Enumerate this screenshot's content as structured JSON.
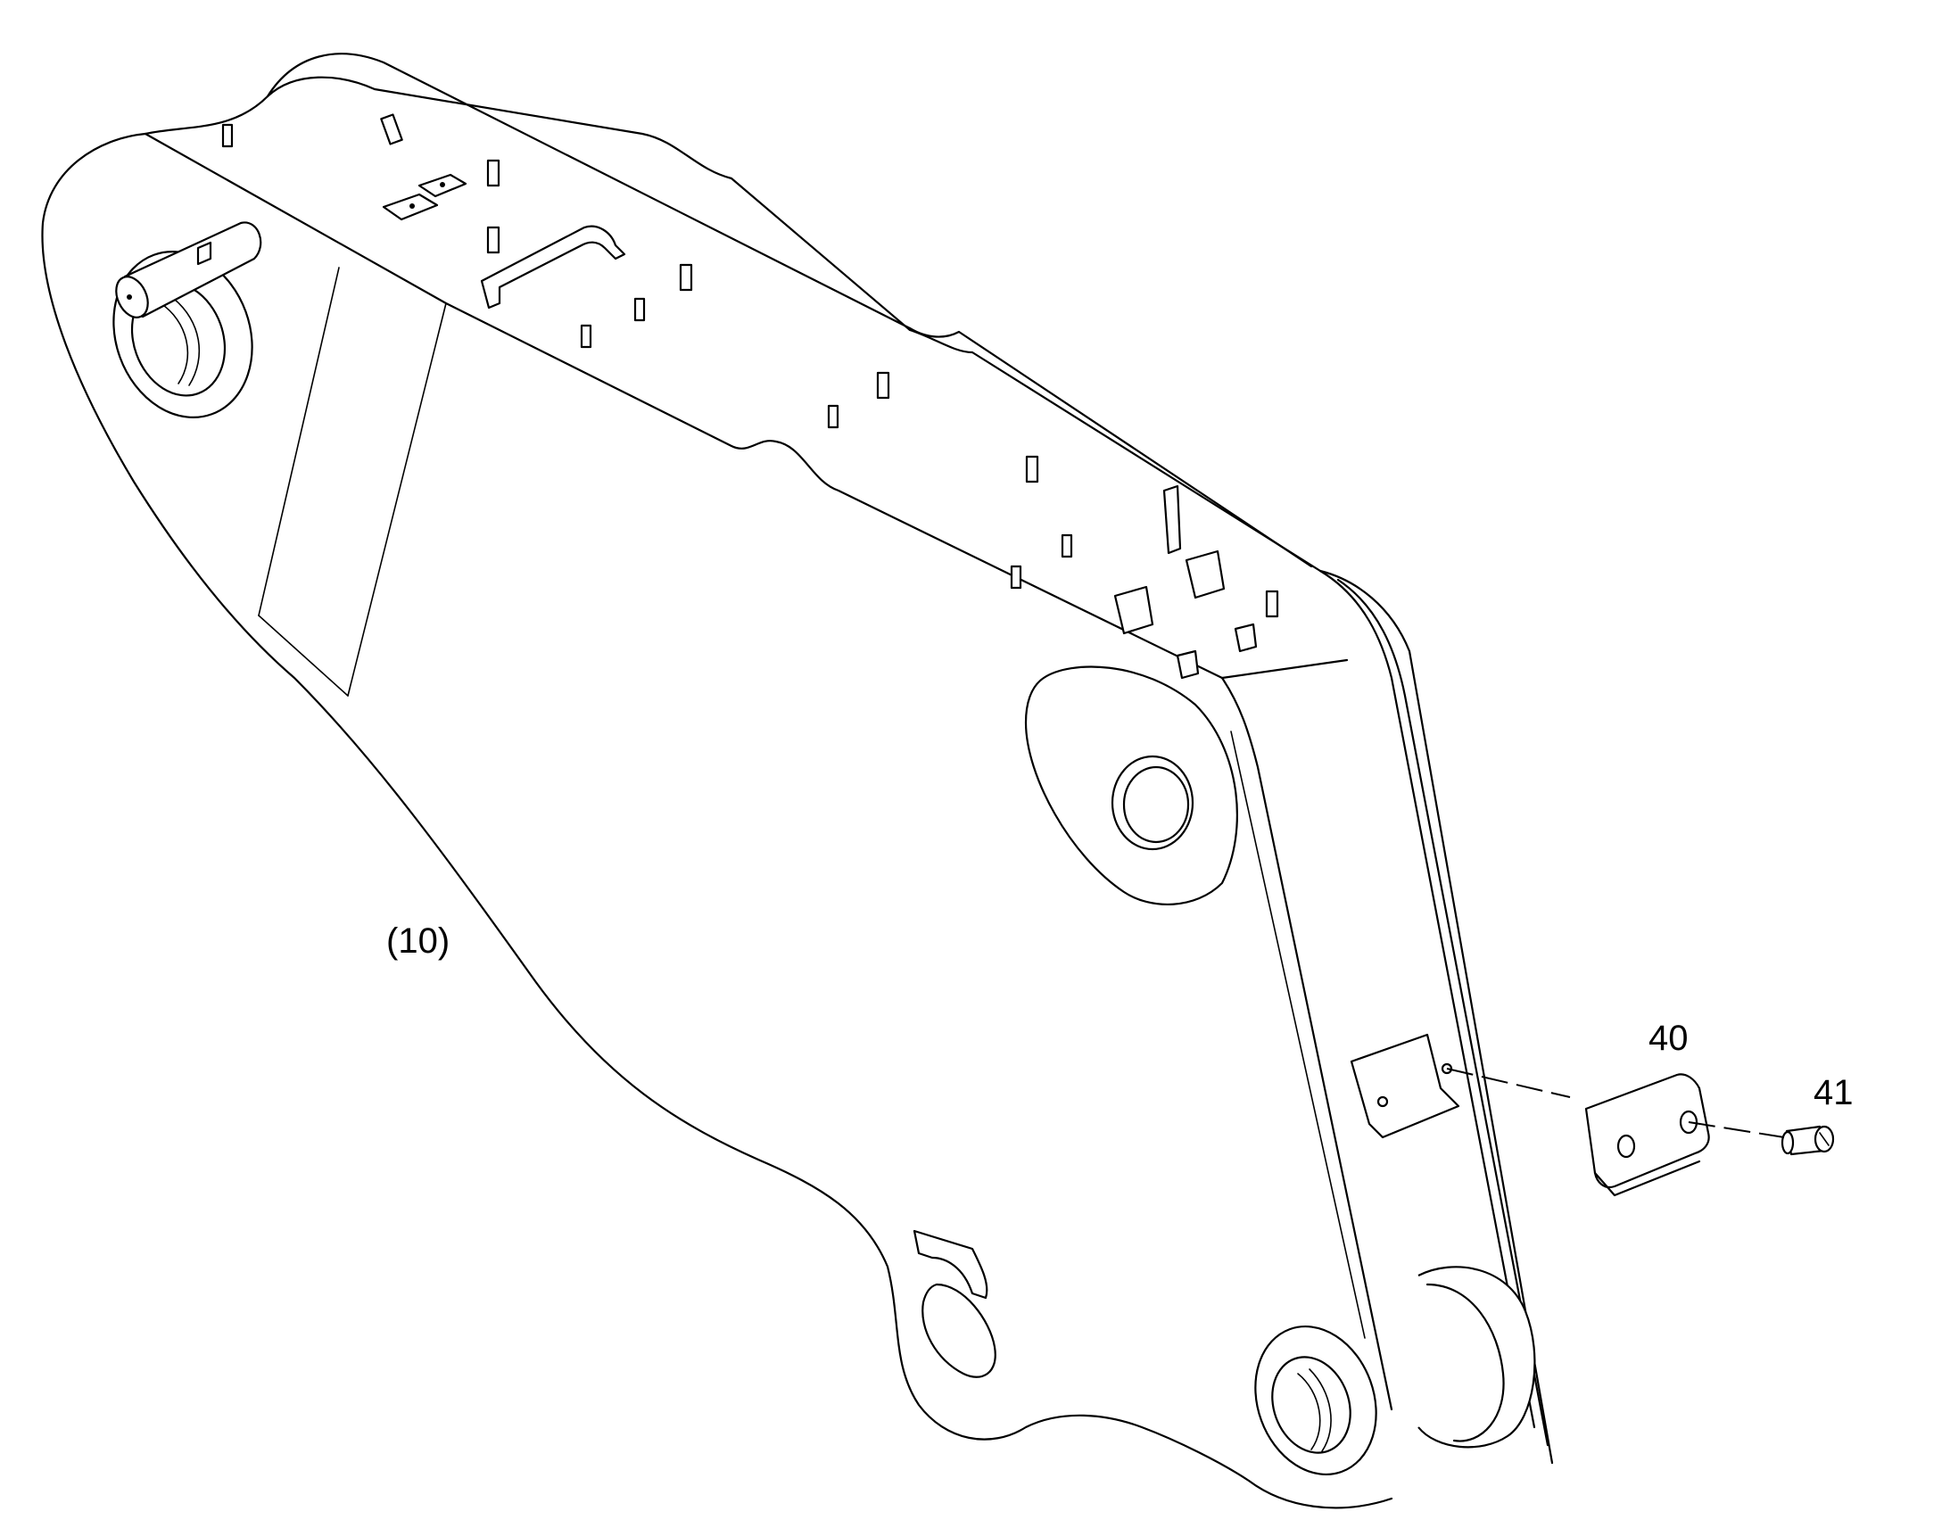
{
  "callouts": {
    "main_part": "(10)",
    "wear_pad": "40",
    "screw": "41"
  },
  "colors": {
    "line": "#000000",
    "background": "#ffffff"
  }
}
